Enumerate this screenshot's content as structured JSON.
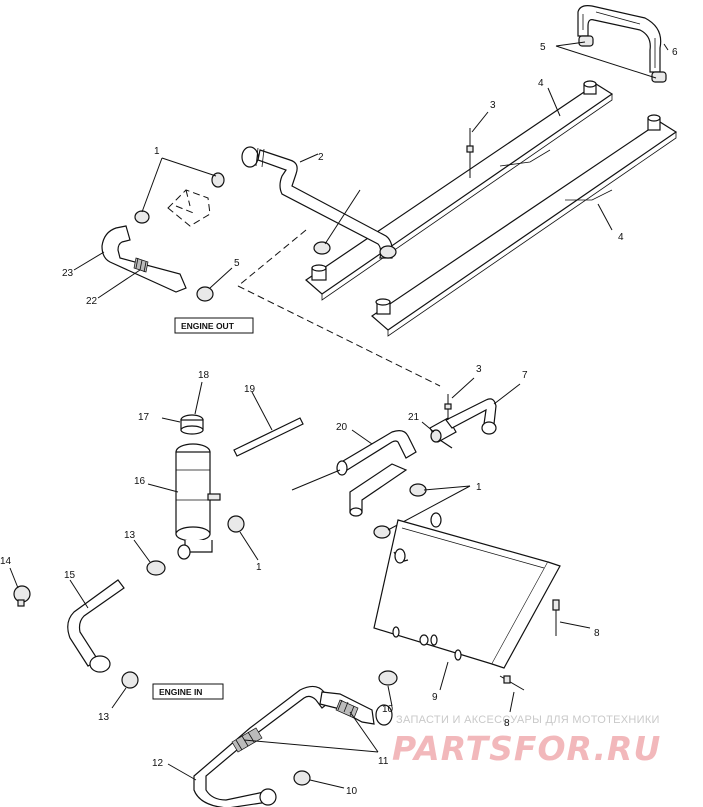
{
  "labels": {
    "l1a": "1",
    "l1b": "1",
    "l1c": "1",
    "l2": "2",
    "l3a": "3",
    "l3b": "3",
    "l4a": "4",
    "l4b": "4",
    "l5a": "5",
    "l5b": "5",
    "l6": "6",
    "l7": "7",
    "l8a": "8",
    "l8b": "8",
    "l9": "9",
    "l10a": "10",
    "l10b": "10",
    "l11": "11",
    "l12": "12",
    "l13a": "13",
    "l13b": "13",
    "l14": "14",
    "l15": "15",
    "l16": "16",
    "l17": "17",
    "l18": "18",
    "l19": "19",
    "l20": "20",
    "l21": "21",
    "l22": "22",
    "l23": "23"
  },
  "boxes": {
    "engine_out": "ENGINE OUT",
    "engine_in": "ENGINE IN"
  },
  "watermark": {
    "tagline": "ЗАПАСТИ И АКСЕССУАРЫ ДЛЯ МОТОТЕХНИКИ",
    "logo": "PARTSFOR.RU"
  }
}
